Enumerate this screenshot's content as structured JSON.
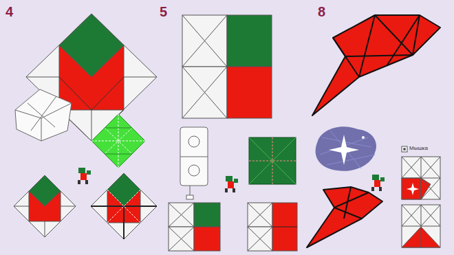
{
  "diagram": {
    "labels": [
      "4",
      "5",
      "8",
      "Мышка"
    ]
  }
}
